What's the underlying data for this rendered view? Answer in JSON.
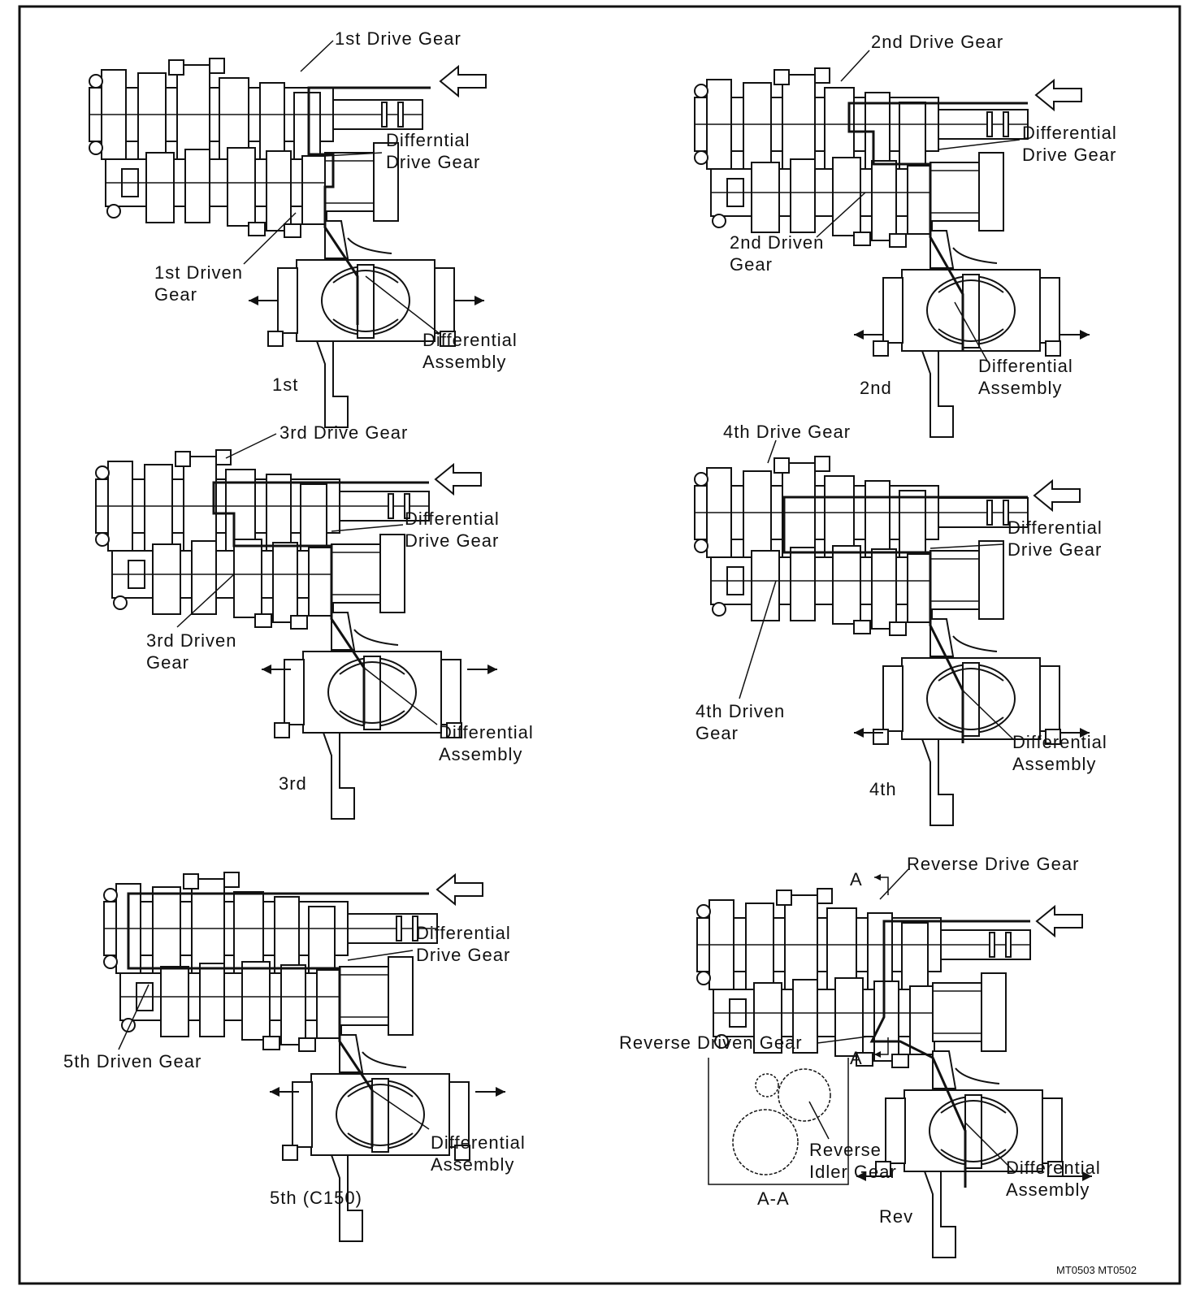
{
  "panels": [
    {
      "id": "first",
      "caption": "1st",
      "labels": {
        "drive_gear": "1st Drive Gear",
        "diff_drive_1": "Differntial",
        "diff_drive_2": "Drive Gear",
        "driven_1": "1st Driven",
        "driven_2": "Gear",
        "diff_asm_1": "Differential",
        "diff_asm_2": "Assembly"
      }
    },
    {
      "id": "second",
      "caption": "2nd",
      "labels": {
        "drive_gear": "2nd Drive Gear",
        "diff_drive_1": "Differential",
        "diff_drive_2": "Drive Gear",
        "driven_1": "2nd Driven",
        "driven_2": "Gear",
        "diff_asm_1": "Differential",
        "diff_asm_2": "Assembly"
      }
    },
    {
      "id": "third",
      "caption": "3rd",
      "labels": {
        "drive_gear": "3rd Drive Gear",
        "diff_drive_1": "Differential",
        "diff_drive_2": "Drive Gear",
        "driven_1": "3rd Driven",
        "driven_2": "Gear",
        "diff_asm_1": "Differential",
        "diff_asm_2": "Assembly"
      }
    },
    {
      "id": "fourth",
      "caption": "4th",
      "labels": {
        "drive_gear": "4th Drive Gear",
        "diff_drive_1": "Differential",
        "diff_drive_2": "Drive Gear",
        "driven_1": "4th Driven",
        "driven_2": "Gear",
        "diff_asm_1": "Differential",
        "diff_asm_2": "Assembly"
      }
    },
    {
      "id": "fifth",
      "caption": "5th (C150)",
      "labels": {
        "diff_drive_1": "Differential",
        "diff_drive_2": "Drive Gear",
        "driven_1": "5th Driven Gear",
        "diff_asm_1": "Differential",
        "diff_asm_2": "Assembly"
      }
    },
    {
      "id": "reverse",
      "caption": "Rev",
      "labels": {
        "drive_gear": "Reverse Drive Gear",
        "driven_1": "Reverse Driven Gear",
        "idler_1": "Reverse",
        "idler_2": "Idler Gear",
        "section_mark_top": "A",
        "section_mark_bottom": "A",
        "section_title": "A-A",
        "diff_asm_1": "Differential",
        "diff_asm_2": "Assembly"
      }
    }
  ],
  "figure_code": "MT0503 MT0502"
}
